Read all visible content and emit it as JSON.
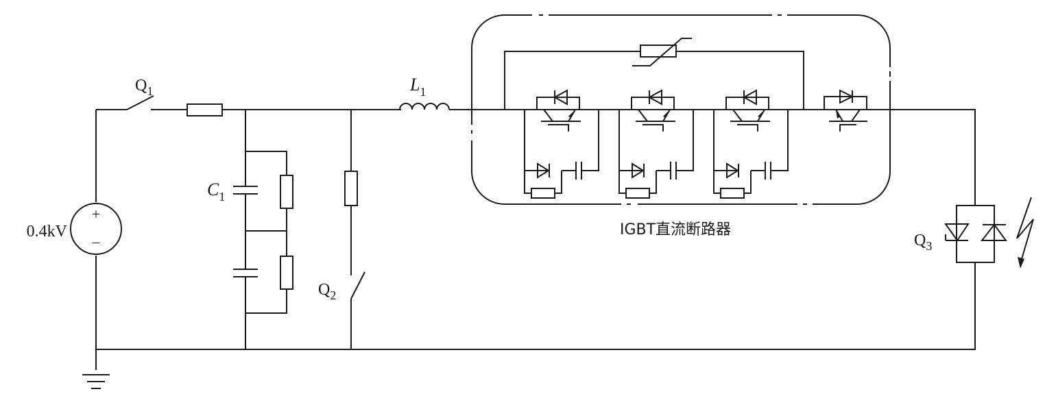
{
  "diagram": {
    "title": "直流断路器测试回路",
    "breaker_label": "IGBT直流断路器",
    "source": {
      "voltage_label": "0.4kV",
      "plus": "+",
      "minus": "−"
    },
    "switches": [
      {
        "id": "Q1",
        "base": "Q",
        "sub": "1"
      },
      {
        "id": "Q2",
        "base": "Q",
        "sub": "2"
      },
      {
        "id": "Q3",
        "base": "Q",
        "sub": "3"
      }
    ],
    "capacitor": {
      "base": "C",
      "sub": "1"
    },
    "inductor": {
      "base": "L",
      "sub": "1"
    },
    "igbt_modules": 4,
    "components": [
      "voltage-source",
      "switch-Q1",
      "series-resistor",
      "capacitor-bank-C1",
      "switch-Q2",
      "inductor-L1",
      "varistor",
      "igbt-modules",
      "thyristor-pair-Q3",
      "ground"
    ]
  }
}
